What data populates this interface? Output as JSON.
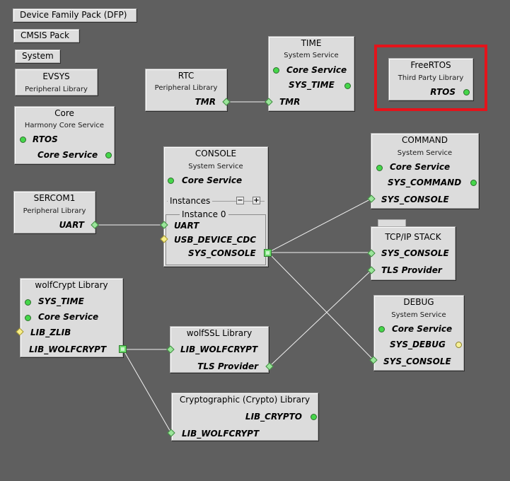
{
  "toolbar": {
    "dfp": "Device Family Pack (DFP)",
    "cmsis": "CMSIS Pack",
    "system": "System"
  },
  "components": {
    "evsys": {
      "name": "EVSYS",
      "sub": "Peripheral Library"
    },
    "core": {
      "name": "Core",
      "sub": "Harmony Core Service",
      "rtos": "RTOS",
      "core_service": "Core Service"
    },
    "rtc": {
      "name": "RTC",
      "sub": "Peripheral Library",
      "tmr": "TMR"
    },
    "time": {
      "name": "TIME",
      "sub": "System Service",
      "core_service": "Core Service",
      "sys_time": "SYS_TIME",
      "tmr": "TMR"
    },
    "freertos": {
      "name": "FreeRTOS",
      "sub": "Third Party Library",
      "rtos": "RTOS"
    },
    "console": {
      "name": "CONSOLE",
      "sub": "System Service",
      "core_service": "Core Service",
      "instances": "Instances",
      "instance0": "Instance 0",
      "uart": "UART",
      "usb": "USB_DEVICE_CDC",
      "sys_console": "SYS_CONSOLE",
      "minus": "−",
      "plus": "+"
    },
    "sercom1": {
      "name": "SERCOM1",
      "sub": "Peripheral Library",
      "uart": "UART"
    },
    "command": {
      "name": "COMMAND",
      "sub": "System Service",
      "core_service": "Core Service",
      "sys_command": "SYS_COMMAND",
      "sys_console": "SYS_CONSOLE"
    },
    "tcpip": {
      "name": "TCP/IP STACK",
      "sys_console": "SYS_CONSOLE",
      "tls": "TLS Provider"
    },
    "wolfcrypt": {
      "name": "wolfCrypt Library",
      "sys_time": "SYS_TIME",
      "core_service": "Core Service",
      "lib_zlib": "LIB_ZLIB",
      "lib_wolfcrypt": "LIB_WOLFCRYPT"
    },
    "wolfssl": {
      "name": "wolfSSL Library",
      "lib_wolfcrypt": "LIB_WOLFCRYPT",
      "tls": "TLS Provider"
    },
    "debug": {
      "name": "DEBUG",
      "sub": "System Service",
      "core_service": "Core Service",
      "sys_debug": "SYS_DEBUG",
      "sys_console": "SYS_CONSOLE"
    },
    "crypto": {
      "name": "Cryptographic (Crypto) Library",
      "lib_crypto": "LIB_CRYPTO",
      "lib_wolfcrypt": "LIB_WOLFCRYPT"
    }
  },
  "colors": {
    "canvas": "#5f5f5f",
    "node": "#dcdcdc",
    "highlight": "#e4141b",
    "port_green": "#45d64a",
    "port_yellow": "#f6f096"
  }
}
